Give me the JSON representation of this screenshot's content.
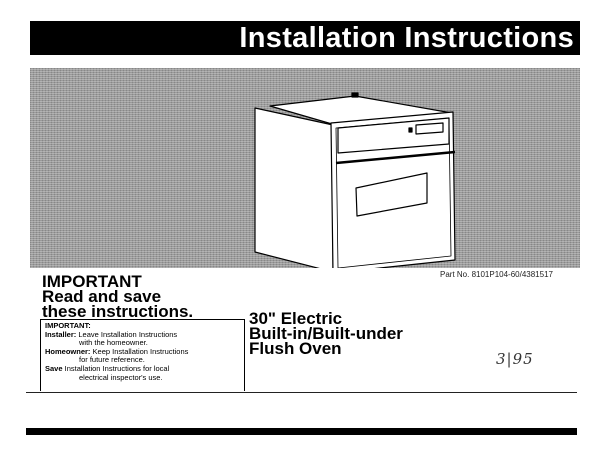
{
  "header": {
    "title": "Installation Instructions"
  },
  "illustration": {
    "subject-icon": "built-in-oven-drawing"
  },
  "part_number": "Part No. 8101P104-60/4381517",
  "important_heading": [
    "IMPORTANT",
    "Read and save",
    "these instructions."
  ],
  "notice": {
    "title": "IMPORTANT:",
    "installer_label": "Installer:",
    "installer_text_1": "Leave Installation Instructions",
    "installer_text_2": "with the homeowner.",
    "homeowner_label": "Homeowner:",
    "homeowner_text_1": "Keep Installation Instructions",
    "homeowner_text_2": "for future reference.",
    "save_label": "Save",
    "save_text_1": "Installation Instructions for local",
    "save_text_2": "electrical inspector's use."
  },
  "product_title": [
    "30\" Electric",
    "Built-in/Built-under",
    "Flush Oven"
  ],
  "handwritten_date": "3|95"
}
